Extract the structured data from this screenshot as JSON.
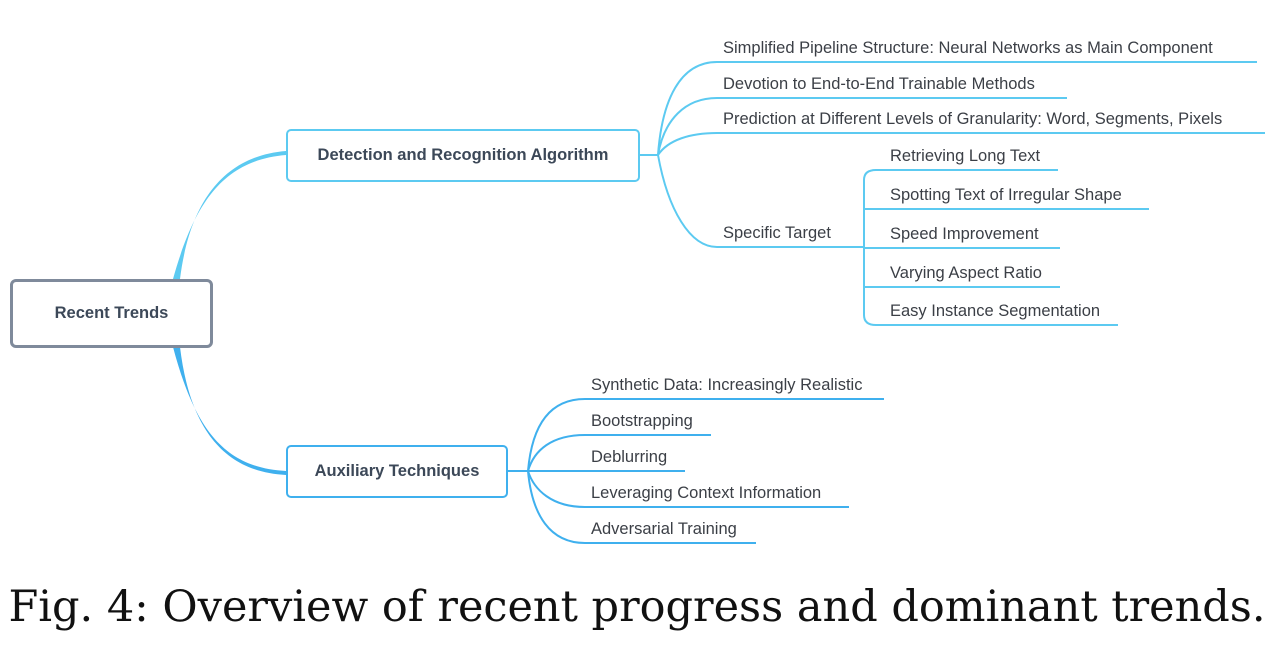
{
  "root": {
    "label": "Recent Trends"
  },
  "branches": [
    {
      "label": "Detection and Recognition Algorithm",
      "children": [
        {
          "label": "Simplified Pipeline Structure: Neural Networks as Main Component"
        },
        {
          "label": "Devotion to End-to-End Trainable Methods"
        },
        {
          "label": "Prediction at Different Levels of Granularity: Word, Segments, Pixels"
        },
        {
          "label": "Specific Target",
          "children": [
            {
              "label": "Retrieving Long Text"
            },
            {
              "label": "Spotting Text of Irregular Shape"
            },
            {
              "label": "Speed Improvement"
            },
            {
              "label": "Varying Aspect Ratio"
            },
            {
              "label": "Easy Instance Segmentation"
            }
          ]
        }
      ]
    },
    {
      "label": "Auxiliary Techniques",
      "children": [
        {
          "label": "Synthetic Data: Increasingly Realistic"
        },
        {
          "label": "Bootstrapping"
        },
        {
          "label": "Deblurring"
        },
        {
          "label": "Leveraging Context Information"
        },
        {
          "label": "Adversarial Training"
        }
      ]
    }
  ],
  "caption": "Fig. 4: Overview of recent progress and dominant trends.",
  "colors": {
    "root_border": "#7f8a9b",
    "upper_branch": "#5ccaf1",
    "lower_branch": "#3fb0ee",
    "text": "#3b3f46"
  }
}
